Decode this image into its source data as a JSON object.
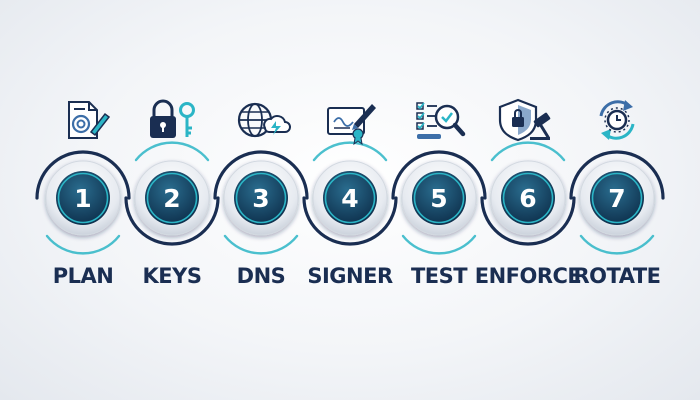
{
  "steps": [
    {
      "number": "1",
      "label": "PLAN",
      "icon": "document-target-icon"
    },
    {
      "number": "2",
      "label": "KEYS",
      "icon": "padlock-key-icon"
    },
    {
      "number": "3",
      "label": "DNS",
      "icon": "globe-cloud-icon"
    },
    {
      "number": "4",
      "label": "SIGNER",
      "icon": "certificate-pen-icon"
    },
    {
      "number": "5",
      "label": "TEST",
      "icon": "checklist-magnifier-icon"
    },
    {
      "number": "6",
      "label": "ENFORCE",
      "icon": "shield-gavel-icon"
    },
    {
      "number": "7",
      "label": "ROTATE",
      "icon": "rotate-cycle-icon"
    }
  ],
  "colors": {
    "navy": "#1a2e52",
    "teal": "#2bb5c6",
    "node_dark": "#0e3552",
    "node_light": "#2a6d8f",
    "ring": "#d3d9e1",
    "icon_blue": "#3c6ea8"
  }
}
